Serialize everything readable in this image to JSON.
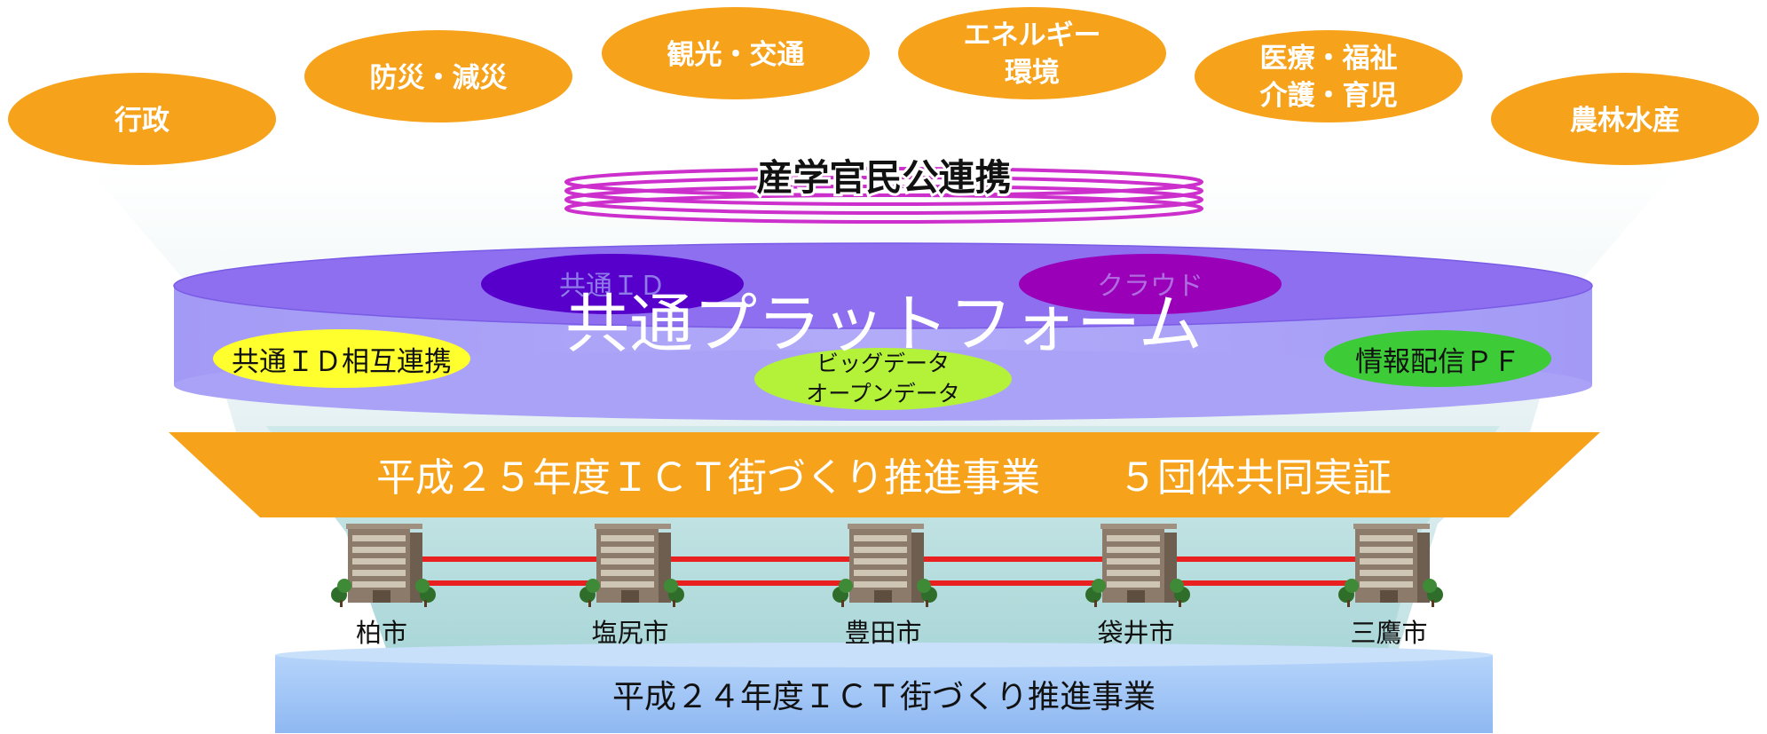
{
  "sectors": [
    {
      "lines": [
        "行政"
      ]
    },
    {
      "lines": [
        "防災・減災"
      ]
    },
    {
      "lines": [
        "観光・交通"
      ]
    },
    {
      "lines": [
        "エネルギー",
        "環境"
      ]
    },
    {
      "lines": [
        "医療・福祉",
        "介護・育児"
      ]
    },
    {
      "lines": [
        "農林水産"
      ]
    }
  ],
  "collaboration": "産学官民公連携",
  "platform": {
    "title": "共通プラットフォーム",
    "common_id": "共通ＩＤ",
    "cloud": "クラウド",
    "id_link": "共通ＩＤ相互連携",
    "bigdata": [
      "ビッグデータ",
      "オープンデータ"
    ],
    "info_pf": "情報配信ＰＦ"
  },
  "project_2013": "平成２５年度ＩＣＴ街づくり推進事業　　５団体共同実証",
  "cities": [
    "柏市",
    "塩尻市",
    "豊田市",
    "袋井市",
    "三鷹市"
  ],
  "project_2012": "平成２４年度ＩＣＴ街づくり推進事業",
  "colors": {
    "orange": "#F7A21B",
    "platform_top": "#8D6FF0",
    "platform_side": "#9D95F5",
    "collab_ring": "#CC2FCC",
    "common_id_fill": "#5700CC",
    "cloud_fill": "#9A00B8",
    "id_link_fill": "#FFFF2E",
    "bigdata_fill": "#B4F23A",
    "info_pf_fill": "#3DCB38",
    "base_fill": "#9EC2F7",
    "rail": "#E82020"
  }
}
